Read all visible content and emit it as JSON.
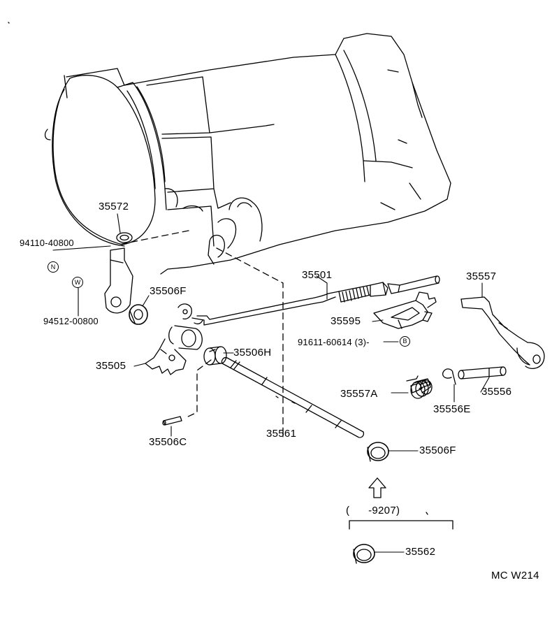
{
  "parts": {
    "p35572": "35572",
    "p94110": "94110-40800",
    "p94512": "94512-00800",
    "p35506F_top": "35506F",
    "p35505": "35505",
    "p35506H": "35506H",
    "p35506C": "35506C",
    "p35561": "35561",
    "p35501": "35501",
    "p35595": "35595",
    "p91611": "91611-60614 (3)-",
    "p35557": "35557",
    "p35557A": "35557A",
    "p35556E": "35556E",
    "p35556": "35556",
    "p35506F_bottom": "35506F",
    "p35562": "35562"
  },
  "symbols": {
    "n": "N",
    "w": "W",
    "b": "B"
  },
  "date_range": "(      -9207)",
  "diagram_code": "MC W214"
}
